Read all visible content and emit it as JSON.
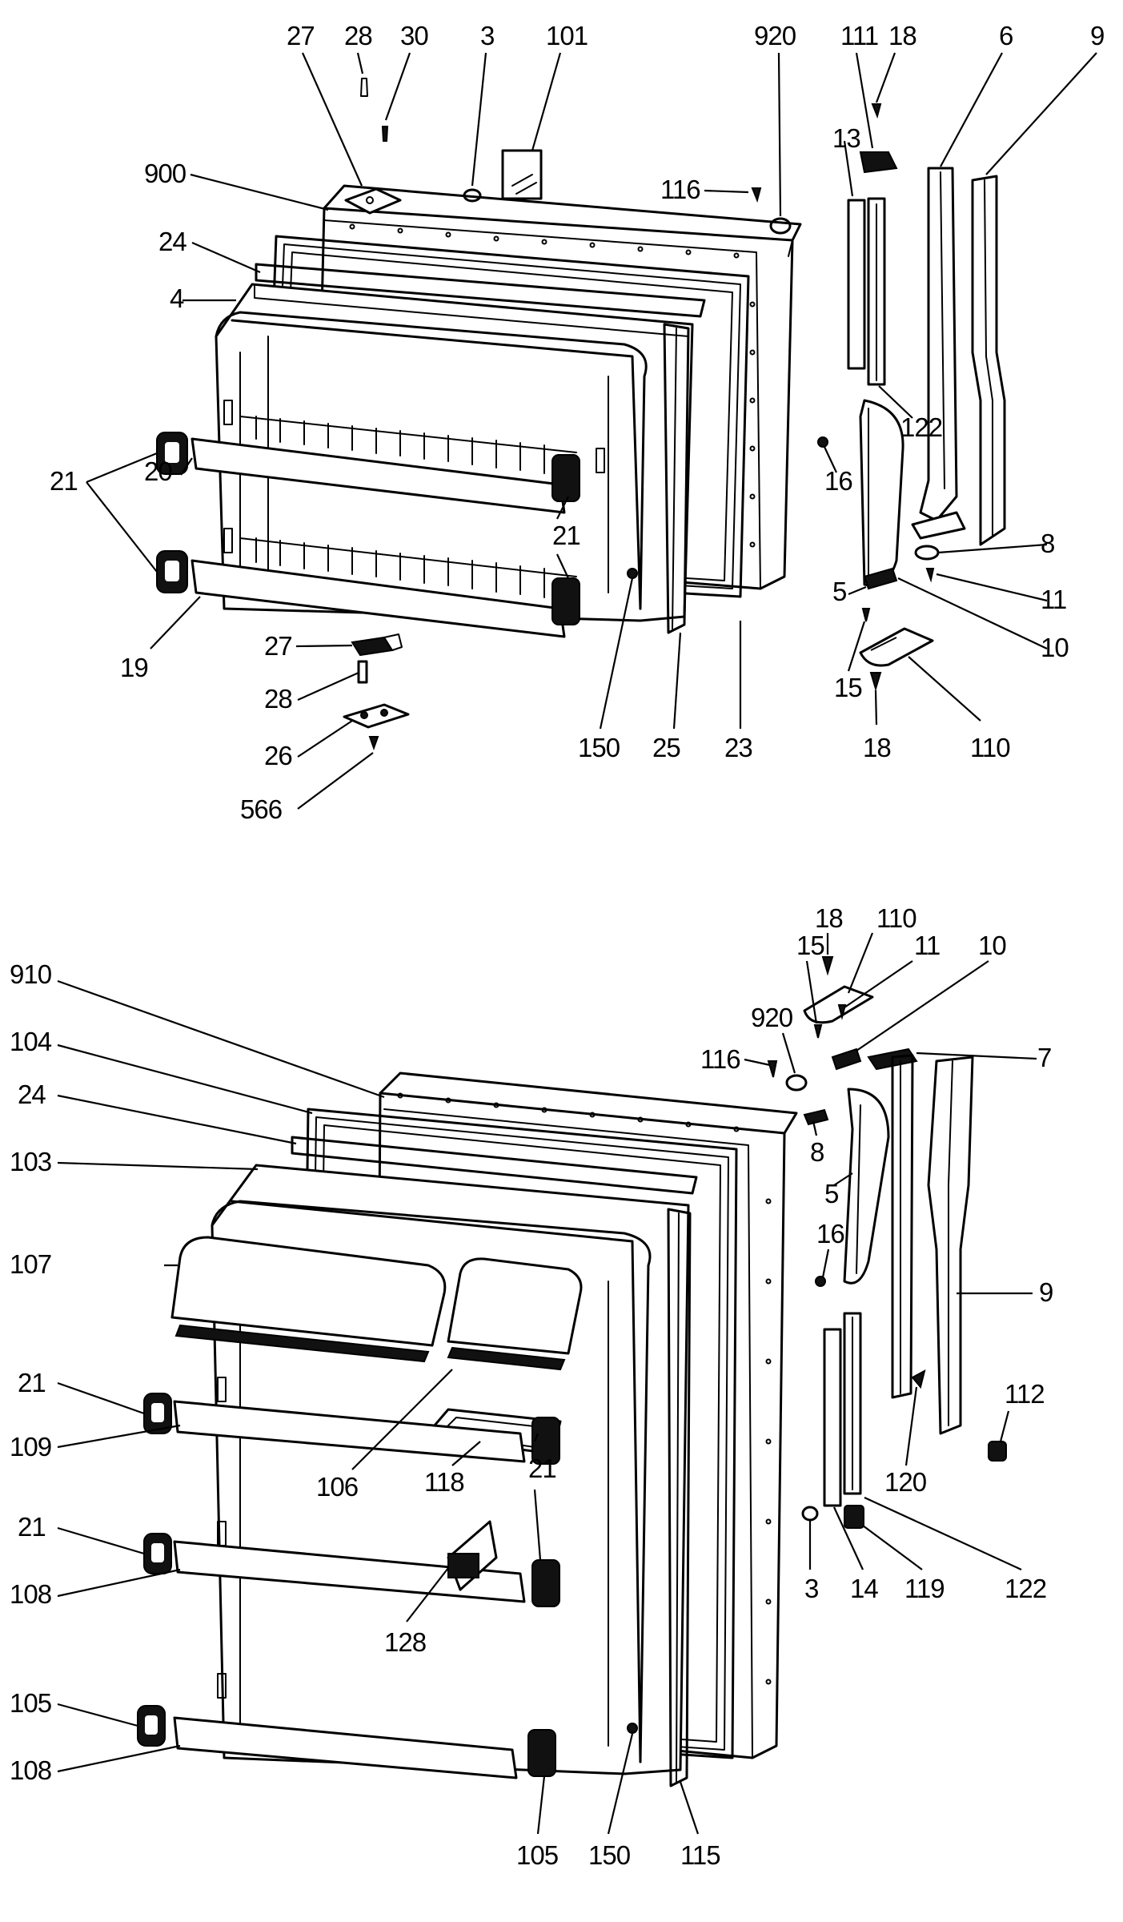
{
  "top_assembly": {
    "labels": [
      {
        "id": "t27a",
        "text": "27"
      },
      {
        "id": "t28a",
        "text": "28"
      },
      {
        "id": "t30",
        "text": "30"
      },
      {
        "id": "t3",
        "text": "3"
      },
      {
        "id": "t101",
        "text": "101"
      },
      {
        "id": "t920",
        "text": "920"
      },
      {
        "id": "t111",
        "text": "111"
      },
      {
        "id": "t18a",
        "text": "18"
      },
      {
        "id": "t6",
        "text": "6"
      },
      {
        "id": "t9",
        "text": "9"
      },
      {
        "id": "t900",
        "text": "900"
      },
      {
        "id": "t116",
        "text": "116"
      },
      {
        "id": "t13",
        "text": "13"
      },
      {
        "id": "t24",
        "text": "24"
      },
      {
        "id": "t4",
        "text": "4"
      },
      {
        "id": "t122",
        "text": "122"
      },
      {
        "id": "t16",
        "text": "16"
      },
      {
        "id": "t21",
        "text": "21"
      },
      {
        "id": "t20",
        "text": "20"
      },
      {
        "id": "t21b",
        "text": "21"
      },
      {
        "id": "t8",
        "text": "8"
      },
      {
        "id": "t11",
        "text": "11"
      },
      {
        "id": "t5",
        "text": "5"
      },
      {
        "id": "t10",
        "text": "10"
      },
      {
        "id": "t19",
        "text": "19"
      },
      {
        "id": "t27b",
        "text": "27"
      },
      {
        "id": "t15",
        "text": "15"
      },
      {
        "id": "t28b",
        "text": "28"
      },
      {
        "id": "t26",
        "text": "26"
      },
      {
        "id": "t150",
        "text": "150"
      },
      {
        "id": "t25",
        "text": "25"
      },
      {
        "id": "t23",
        "text": "23"
      },
      {
        "id": "t18b",
        "text": "18"
      },
      {
        "id": "t110",
        "text": "110"
      },
      {
        "id": "t566",
        "text": "566"
      }
    ]
  },
  "bottom_assembly": {
    "labels": [
      {
        "id": "b18",
        "text": "18"
      },
      {
        "id": "b110",
        "text": "110"
      },
      {
        "id": "b15",
        "text": "15"
      },
      {
        "id": "b11",
        "text": "11"
      },
      {
        "id": "b10",
        "text": "10"
      },
      {
        "id": "b910",
        "text": "910"
      },
      {
        "id": "b920",
        "text": "920"
      },
      {
        "id": "b116",
        "text": "116"
      },
      {
        "id": "b7",
        "text": "7"
      },
      {
        "id": "b104",
        "text": "104"
      },
      {
        "id": "b24",
        "text": "24"
      },
      {
        "id": "b8",
        "text": "8"
      },
      {
        "id": "b103",
        "text": "103"
      },
      {
        "id": "b5",
        "text": "5"
      },
      {
        "id": "b16",
        "text": "16"
      },
      {
        "id": "b107",
        "text": "107"
      },
      {
        "id": "b9",
        "text": "9"
      },
      {
        "id": "b21a",
        "text": "21"
      },
      {
        "id": "b112",
        "text": "112"
      },
      {
        "id": "b109",
        "text": "109"
      },
      {
        "id": "b106",
        "text": "106"
      },
      {
        "id": "b118",
        "text": "118"
      },
      {
        "id": "b120",
        "text": "120"
      },
      {
        "id": "b21c",
        "text": "21"
      },
      {
        "id": "b21b",
        "text": "21"
      },
      {
        "id": "b108a",
        "text": "108"
      },
      {
        "id": "b3",
        "text": "3"
      },
      {
        "id": "b14",
        "text": "14"
      },
      {
        "id": "b119",
        "text": "119"
      },
      {
        "id": "b122",
        "text": "122"
      },
      {
        "id": "b128",
        "text": "128"
      },
      {
        "id": "b105a",
        "text": "105"
      },
      {
        "id": "b108b",
        "text": "108"
      },
      {
        "id": "b105b",
        "text": "105"
      },
      {
        "id": "b150",
        "text": "150"
      },
      {
        "id": "b115",
        "text": "115"
      }
    ]
  }
}
